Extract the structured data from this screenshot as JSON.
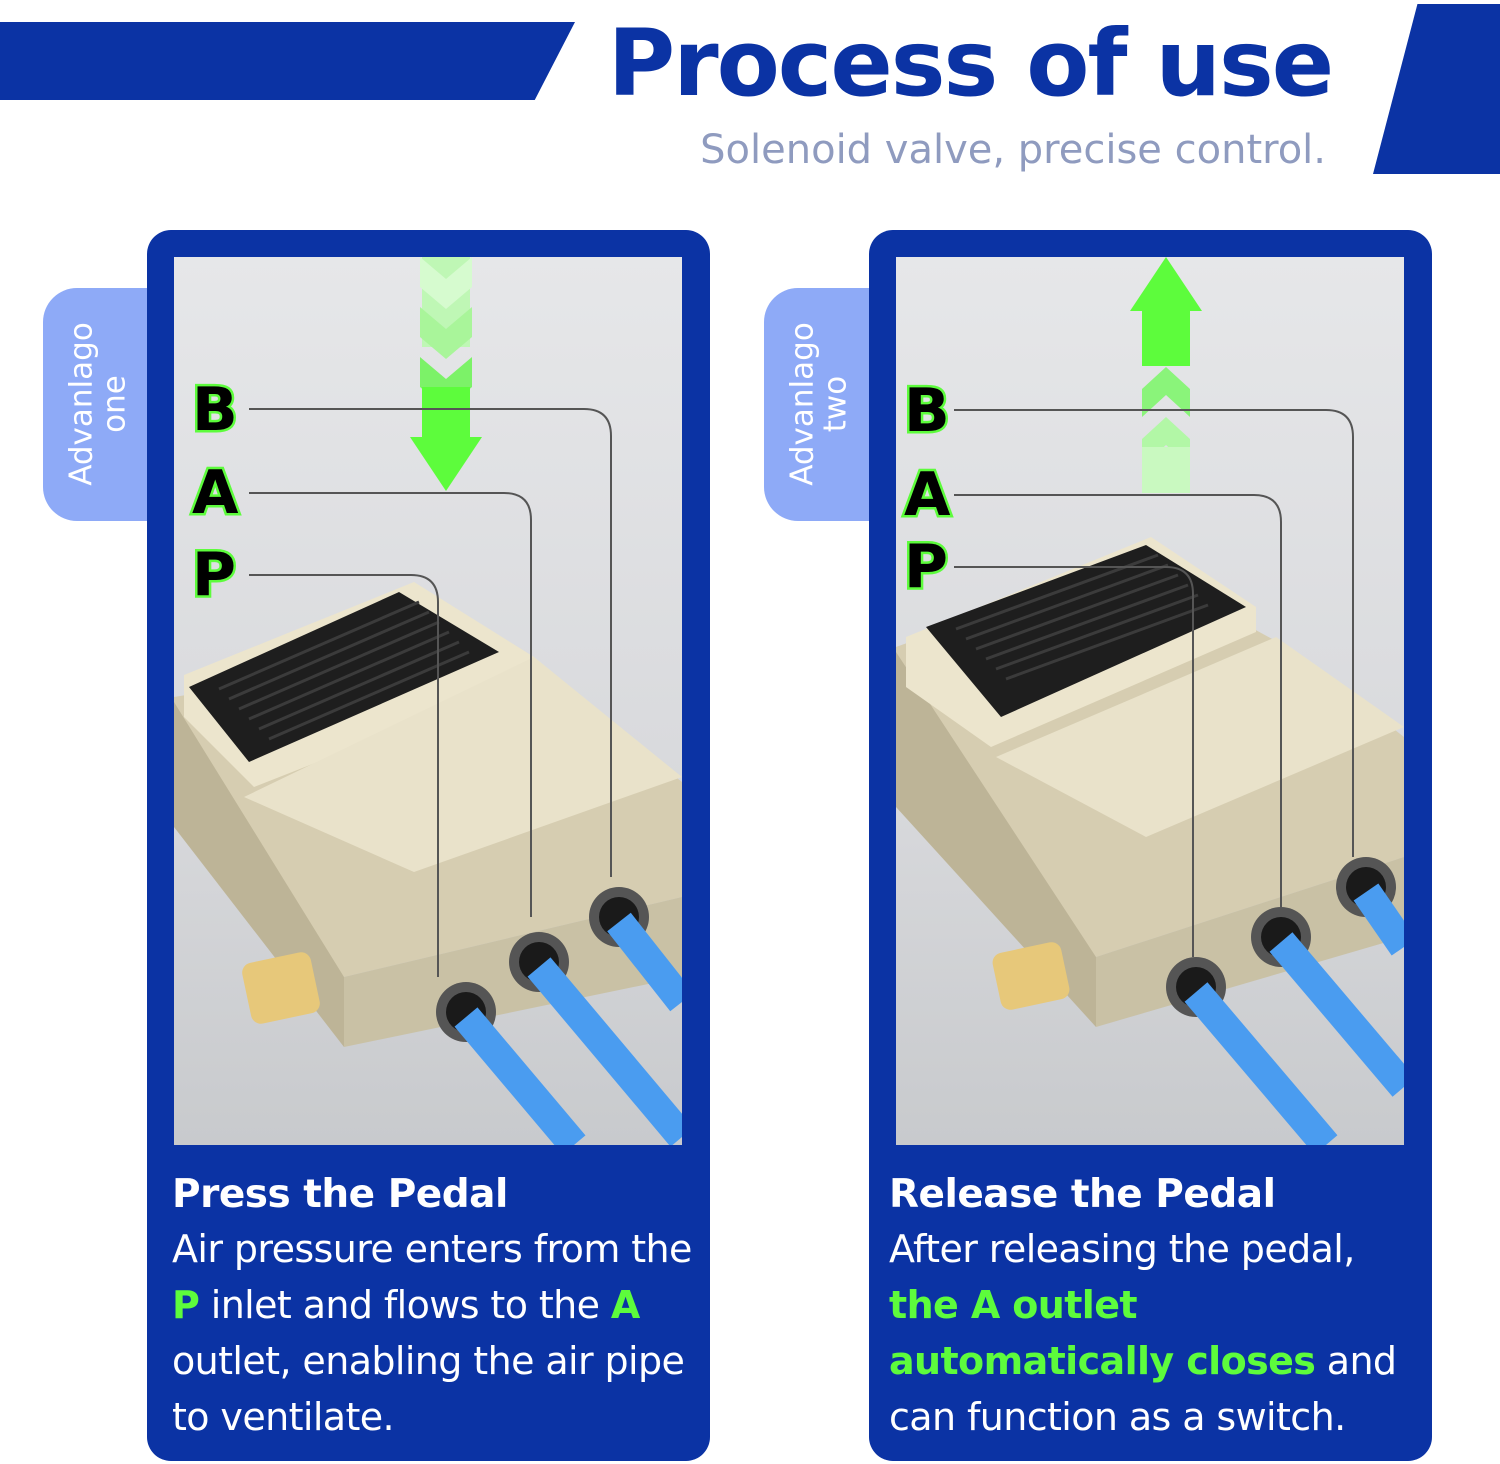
{
  "header": {
    "title": "Process of use",
    "subtitle": "Solenoid valve, precise control."
  },
  "cards": [
    {
      "tab_label": [
        "Advanlago",
        "one"
      ],
      "ports": [
        "B",
        "A",
        "P"
      ],
      "arrow_direction": "down",
      "title": "Press the Pedal",
      "body": {
        "t1": "Air pressure enters from the ",
        "h1": "P",
        "t2": " inlet and flows to the ",
        "h2": "A",
        "t3": " outlet, enabling the air pipe to ventilate."
      }
    },
    {
      "tab_label": [
        "Advanlago",
        "two"
      ],
      "ports": [
        "B",
        "A",
        "P"
      ],
      "arrow_direction": "up",
      "title": "Release the Pedal",
      "body": {
        "t1": "After releasing the pedal, ",
        "h1": "the A outlet automatically closes",
        "t2": " and can function as a switch."
      }
    }
  ],
  "colors": {
    "brand_blue": "#0b33a4",
    "tab_blue": "#8eaaf7",
    "subtitle_gray": "#8f9bbf",
    "highlight_green": "#5dfc3c",
    "tube_blue": "#4a9cf0",
    "pedal_beige": "#e4dcc2"
  }
}
